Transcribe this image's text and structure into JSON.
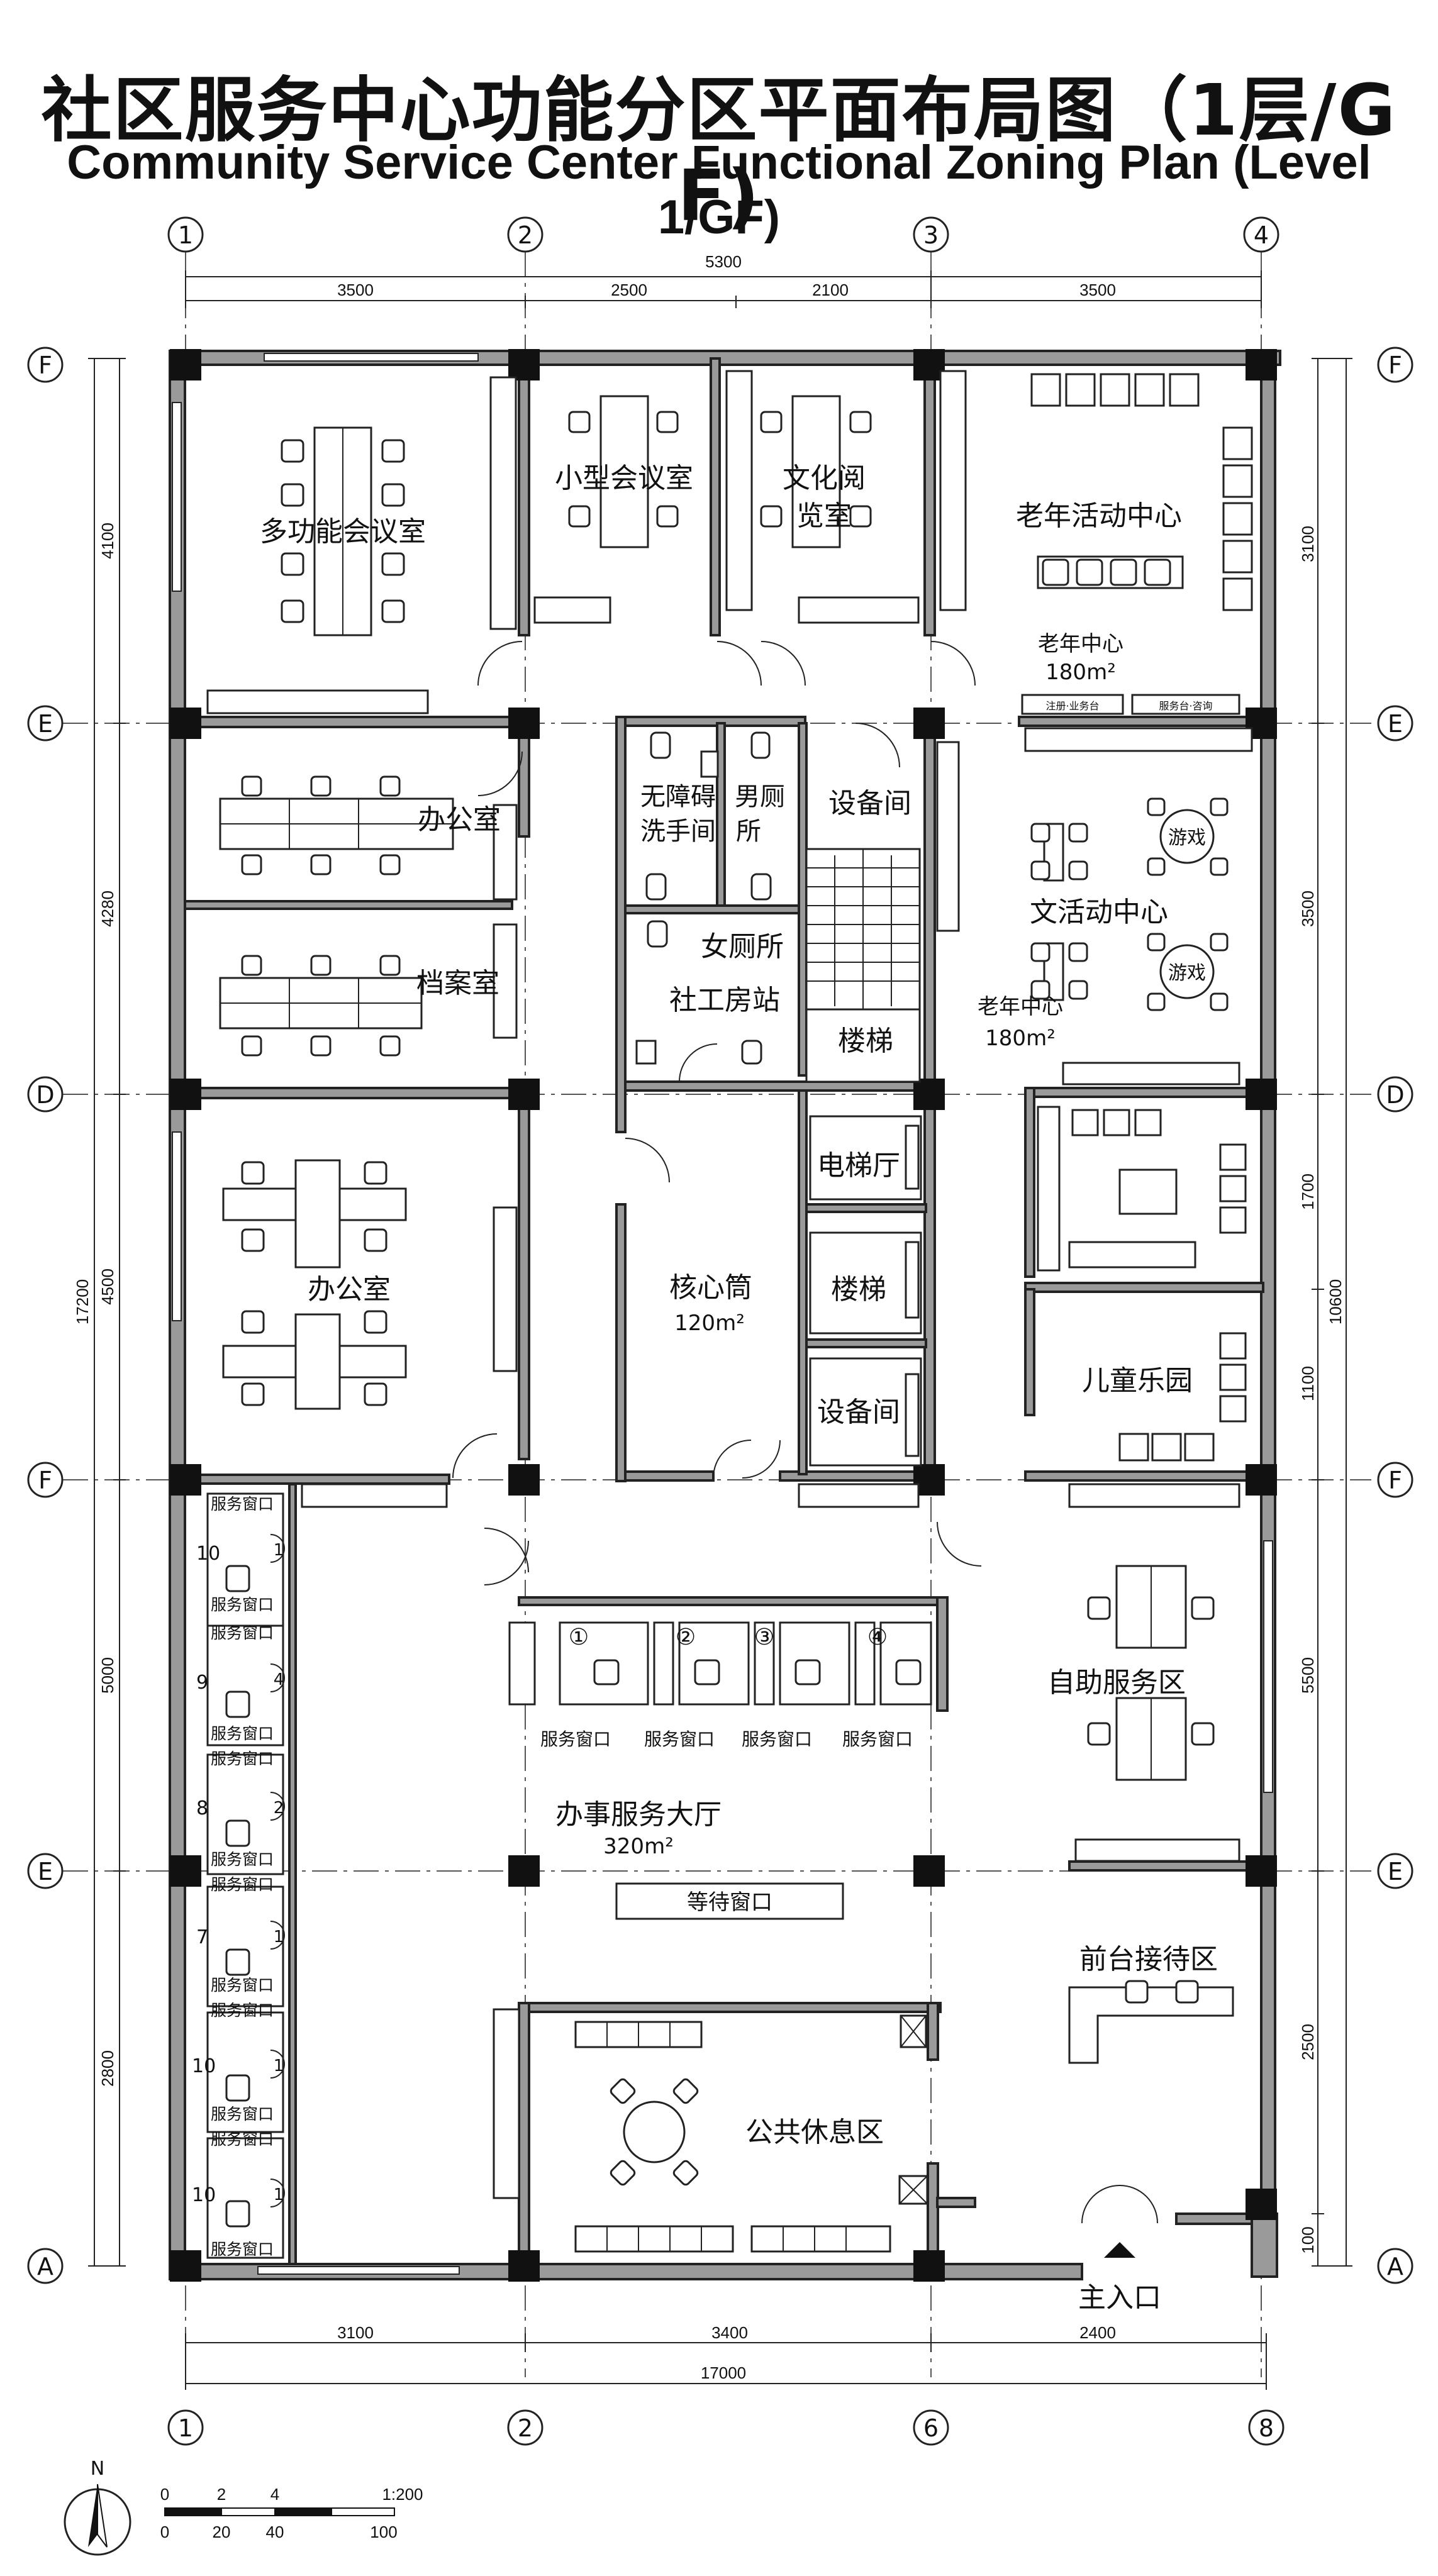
{
  "title": {
    "zh": "社区服务中心功能分区平面布局图（1层/G F)",
    "en": "Community Service Center Functional Zoning Plan (Level 1/GF)"
  },
  "grid_axes": {
    "top": [
      "1",
      "2",
      "3",
      "4"
    ],
    "bottom": [
      "1",
      "2",
      "6",
      "8"
    ],
    "left": [
      "F",
      "E",
      "D",
      "F",
      "E",
      "A"
    ],
    "right": [
      "F",
      "E",
      "D",
      "F",
      "E",
      "A"
    ]
  },
  "dimensions": {
    "top_total": "5300",
    "top_segments": [
      "3500",
      "2500",
      "2100",
      "3500"
    ],
    "bottom_segments": [
      "3100",
      "3400",
      "2400"
    ],
    "bottom_total": "17000",
    "left_total": "17200",
    "left_segments": [
      "4100",
      "4280",
      "4500",
      "5000",
      "2800"
    ],
    "right_total": "10600",
    "right_segments": [
      "3100",
      "3500",
      "1700",
      "1100",
      "5500",
      "2500",
      "100"
    ]
  },
  "rooms": {
    "multi_meeting": "多功能会议室",
    "small_meeting": "小型会议室",
    "reading_1": "文化阅",
    "reading_2": "览室",
    "elderly_center": "老年活动中心",
    "elderly_area_1": "老年中心",
    "elderly_area_1_size": "180m²",
    "office_1": "办公室",
    "archive": "档案室",
    "accessible_1": "无障碍",
    "accessible_2": "洗手间",
    "mens_1": "男厕",
    "mens_2": "所",
    "equipment_1": "设备间",
    "womens": "女厕所",
    "social_work": "社工房站",
    "stairs_1": "楼梯",
    "culture_activity": "文活动中心",
    "elderly_area_2": "老年中心",
    "elderly_area_2_size": "180m²",
    "game_1": "游戏",
    "game_2": "游戏",
    "elevator_hall": "电梯厅",
    "core_tube": "核心筒",
    "core_tube_size": "120m²",
    "stairs_2": "楼梯",
    "equipment_2": "设备间",
    "office_2": "办公室",
    "kids_park": "儿童乐园",
    "self_service": "自助服务区",
    "service_hall": "办事服务大厅",
    "service_hall_size": "320m²",
    "waiting_window": "等待窗口",
    "reception": "前台接待区",
    "lounge": "公共休息区",
    "main_entrance": "主入口"
  },
  "shelf_labels": {
    "shelf_1": "注册·业务台",
    "shelf_2": "服务台·咨询"
  },
  "service_windows": {
    "label": "服务窗口",
    "center_numbers": [
      "①",
      "②",
      "③",
      "④"
    ],
    "left_numbers": [
      "10",
      "9",
      "8",
      "7",
      "10",
      "10"
    ],
    "left_badges": [
      "1",
      "4",
      "2",
      "1",
      "1",
      "1"
    ]
  },
  "scale": {
    "north": "N",
    "ratio": "1:200",
    "ticks_top": [
      "0",
      "2",
      "4"
    ],
    "ticks_bottom": [
      "0",
      "20",
      "40",
      "100"
    ]
  }
}
